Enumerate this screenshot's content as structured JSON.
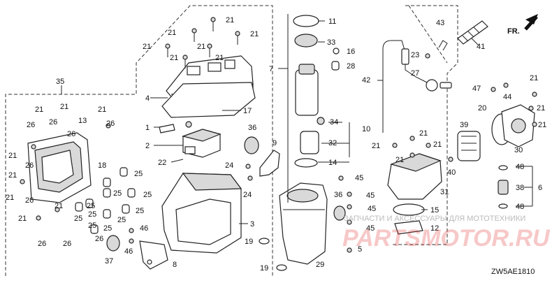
{
  "diagram": {
    "code": "ZW5AE1810",
    "direction_label": "FR.",
    "watermark_text": "ЗАПЧАСТИ И АКСЕССУАРЫ ДЛЯ МОТОТЕХНИКИ",
    "watermark_logo": "PARTSMOTOR.RU",
    "labels": [
      {
        "id": "l21a",
        "text": "21"
      },
      {
        "id": "l21b",
        "text": "21"
      },
      {
        "id": "l21c",
        "text": "21"
      },
      {
        "id": "l21d",
        "text": "21"
      },
      {
        "id": "l21e",
        "text": "21"
      },
      {
        "id": "l21f",
        "text": "21"
      },
      {
        "id": "l21g",
        "text": "21"
      },
      {
        "id": "l4",
        "text": "4"
      },
      {
        "id": "l17",
        "text": "17"
      },
      {
        "id": "l35",
        "text": "35"
      },
      {
        "id": "l1",
        "text": "1"
      },
      {
        "id": "l2",
        "text": "2"
      },
      {
        "id": "l22",
        "text": "22"
      },
      {
        "id": "l36a",
        "text": "36"
      },
      {
        "id": "l9",
        "text": "9"
      },
      {
        "id": "l24a",
        "text": "24"
      },
      {
        "id": "l24b",
        "text": "24"
      },
      {
        "id": "l3",
        "text": "3"
      },
      {
        "id": "l19a",
        "text": "19"
      },
      {
        "id": "l19b",
        "text": "19"
      },
      {
        "id": "l8",
        "text": "8"
      },
      {
        "id": "l37",
        "text": "37"
      },
      {
        "id": "l46a",
        "text": "46"
      },
      {
        "id": "l46b",
        "text": "46"
      },
      {
        "id": "l11",
        "text": "11"
      },
      {
        "id": "l33",
        "text": "33"
      },
      {
        "id": "l16",
        "text": "16"
      },
      {
        "id": "l28",
        "text": "28"
      },
      {
        "id": "l7",
        "text": "7"
      },
      {
        "id": "l34",
        "text": "34"
      },
      {
        "id": "l10",
        "text": "10"
      },
      {
        "id": "l32",
        "text": "32"
      },
      {
        "id": "l14",
        "text": "14"
      },
      {
        "id": "l45a",
        "text": "45"
      },
      {
        "id": "l45b",
        "text": "45"
      },
      {
        "id": "l45c",
        "text": "45"
      },
      {
        "id": "l45d",
        "text": "45"
      },
      {
        "id": "l36b",
        "text": "36"
      },
      {
        "id": "l5",
        "text": "5"
      },
      {
        "id": "l29",
        "text": "29"
      },
      {
        "id": "l15",
        "text": "15"
      },
      {
        "id": "l12",
        "text": "12"
      },
      {
        "id": "l43",
        "text": "43"
      },
      {
        "id": "l41",
        "text": "41"
      },
      {
        "id": "l23",
        "text": "23"
      },
      {
        "id": "l27",
        "text": "27"
      },
      {
        "id": "l42",
        "text": "42"
      },
      {
        "id": "l47",
        "text": "47"
      },
      {
        "id": "l44",
        "text": "44"
      },
      {
        "id": "l21h",
        "text": "21"
      },
      {
        "id": "l20",
        "text": "20"
      },
      {
        "id": "l21i",
        "text": "21"
      },
      {
        "id": "l21j",
        "text": "21"
      },
      {
        "id": "l39",
        "text": "39"
      },
      {
        "id": "l30",
        "text": "30"
      },
      {
        "id": "l21k",
        "text": "21"
      },
      {
        "id": "l21l",
        "text": "21"
      },
      {
        "id": "l21m",
        "text": "21"
      },
      {
        "id": "l21n",
        "text": "21"
      },
      {
        "id": "l40",
        "text": "40"
      },
      {
        "id": "l31",
        "text": "31"
      },
      {
        "id": "l48a",
        "text": "48"
      },
      {
        "id": "l38",
        "text": "38"
      },
      {
        "id": "l6",
        "text": "6"
      },
      {
        "id": "l48b",
        "text": "48"
      },
      {
        "id": "l26a",
        "text": "26"
      },
      {
        "id": "l26b",
        "text": "26"
      },
      {
        "id": "l26c",
        "text": "26"
      },
      {
        "id": "l26d",
        "text": "26"
      },
      {
        "id": "l26e",
        "text": "26"
      },
      {
        "id": "l26f",
        "text": "26"
      },
      {
        "id": "l26g",
        "text": "26"
      },
      {
        "id": "l26h",
        "text": "26"
      },
      {
        "id": "l26i",
        "text": "26"
      },
      {
        "id": "l21o",
        "text": "21"
      },
      {
        "id": "l21p",
        "text": "21"
      },
      {
        "id": "l21q",
        "text": "21"
      },
      {
        "id": "l21r",
        "text": "21"
      },
      {
        "id": "l21s",
        "text": "21"
      },
      {
        "id": "l21t",
        "text": "21"
      },
      {
        "id": "l21u",
        "text": "21"
      },
      {
        "id": "l21v",
        "text": "21"
      },
      {
        "id": "l13",
        "text": "13"
      },
      {
        "id": "l18",
        "text": "18"
      },
      {
        "id": "l25a",
        "text": "25"
      },
      {
        "id": "l25b",
        "text": "25"
      },
      {
        "id": "l25c",
        "text": "25"
      },
      {
        "id": "l25d",
        "text": "25"
      },
      {
        "id": "l25e",
        "text": "25"
      },
      {
        "id": "l25f",
        "text": "25"
      },
      {
        "id": "l25g",
        "text": "25"
      },
      {
        "id": "l25h",
        "text": "25"
      },
      {
        "id": "l25i",
        "text": "25"
      },
      {
        "id": "l25j",
        "text": "25"
      }
    ]
  }
}
